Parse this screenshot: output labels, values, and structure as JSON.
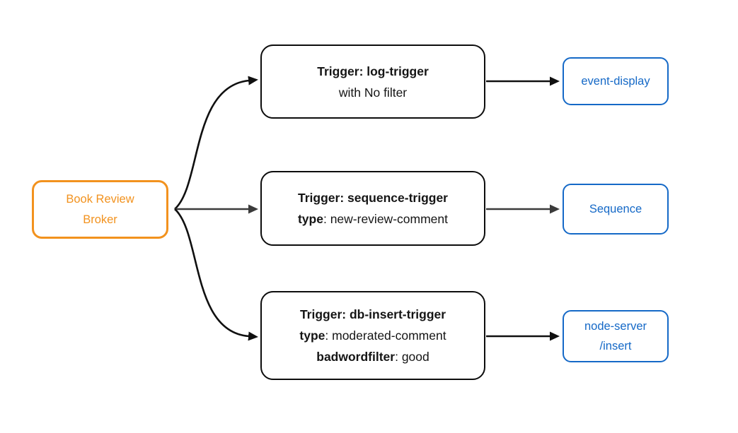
{
  "colors": {
    "background": "#ffffff",
    "orange": "#f2921e",
    "blue": "#1569c7",
    "edge_black": "#101010",
    "edge_gray": "#3b3b3b",
    "node_border_dark": "#0d0d0d",
    "text_dark": "#151515"
  },
  "broker": {
    "lines": [
      "Book Review",
      "Broker"
    ]
  },
  "rows": [
    {
      "trigger": {
        "lines": [
          [
            {
              "b": true,
              "t": "Trigger: log-trigger"
            }
          ],
          [
            {
              "b": false,
              "t": "with No filter"
            }
          ]
        ]
      },
      "target": {
        "lines": [
          "event-display"
        ]
      }
    },
    {
      "trigger": {
        "lines": [
          [
            {
              "b": true,
              "t": "Trigger: sequence-trigger"
            }
          ],
          [
            {
              "b": true,
              "t": "type"
            },
            {
              "b": false,
              "t": ": new-review-comment"
            }
          ]
        ]
      },
      "target": {
        "lines": [
          "Sequence"
        ]
      }
    },
    {
      "trigger": {
        "lines": [
          [
            {
              "b": true,
              "t": "Trigger: db-insert-trigger"
            }
          ],
          [
            {
              "b": true,
              "t": "type"
            },
            {
              "b": false,
              "t": ": moderated-comment"
            }
          ],
          [
            {
              "b": true,
              "t": "badwordfilter"
            },
            {
              "b": false,
              "t": ": good"
            }
          ]
        ]
      },
      "target": {
        "lines": [
          "node-server",
          "/insert"
        ]
      }
    }
  ]
}
